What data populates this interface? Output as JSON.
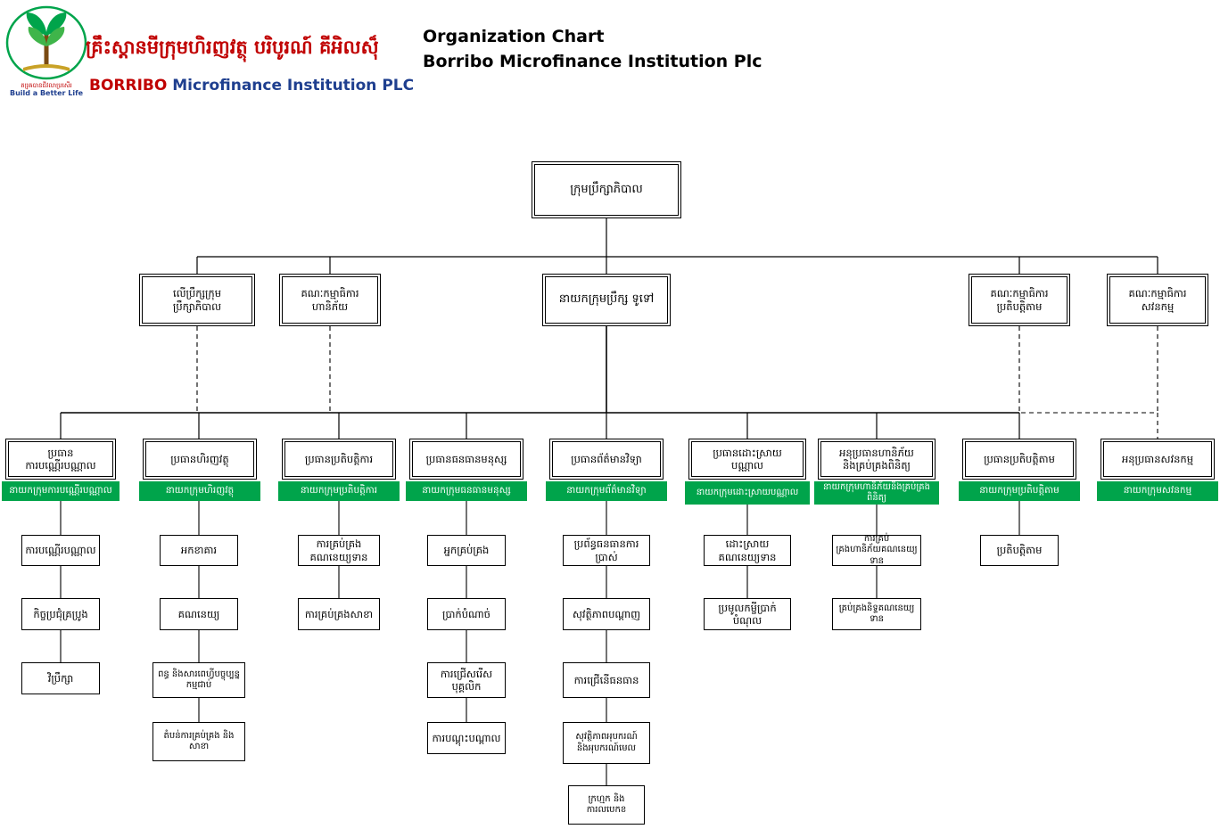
{
  "header": {
    "brand_kh": "គ្រឹះស្តានមីក្រុមហិរញវត្ថុ បរិបូរណ៍ គីអិលសុ៏",
    "brand_en_bold": "BORRIBO",
    "brand_en_rest": "Microfinance Institution PLC",
    "title_line1": "Organization Chart",
    "title_line2": "Borribo Microfinance Institution Plc",
    "logo_caption_kh": "ត្រូវបានជីវិតល្អប្រសើរ",
    "logo_caption_en": "Build a Better Life"
  },
  "nodes": {
    "board": "ក្រុមប្រឹក្សាភិបាល",
    "level2": [
      {
        "id": "secretariat",
        "lines": [
          "លើប្រឹក្សក្រុម",
          "ប្រឹក្សាភិបាល"
        ]
      },
      {
        "id": "risk-committee",
        "lines": [
          "គណៈកម្មាធិការ",
          "ហានិភ័យ"
        ]
      },
      {
        "id": "ceo",
        "lines": [
          "នាយកក្រុមប្រឹក្ស ទូទៅ"
        ]
      },
      {
        "id": "compliance-committee",
        "lines": [
          "គណៈកម្មាធិការ",
          "ប្រតិបត្តិតាម"
        ]
      },
      {
        "id": "audit-committee",
        "lines": [
          "គណៈកម្មាធិការ",
          "សវនកម្ម"
        ]
      }
    ],
    "departments": [
      {
        "id": "credit",
        "head": [
          "ប្រធាន",
          "ការបណ្ណើរបណ្ណាល"
        ],
        "deputy": "នាយកក្រុមការបណ្ណើរបណ្ណាល",
        "children": [
          "ការបណ្ណើរបណ្ណាល",
          "កិច្ចប្រជុំគ្រប្រូង",
          "វិប្រឹក្សា"
        ]
      },
      {
        "id": "finance",
        "head": [
          "ប្រធានហិរញវត្ថុ"
        ],
        "deputy": "នាយកក្រុមហិរញវត្ថុ",
        "children": [
          "អកខាគារ",
          "គណនេយ្យ",
          "ពន្ធ និងសារពេហ្វីបច្ចុប្បន្នកម្មជាប់",
          "តំបន់ការគ្រប់គ្រង និងសាខា"
        ]
      },
      {
        "id": "operations",
        "head": [
          "ប្រធានប្រតិបត្តិការ"
        ],
        "deputy": "នាយកក្រុមប្រតិបត្តិការ",
        "children": [
          "ការគ្រប់គ្រងគណនេយ្យទាន",
          "ការគ្រប់គ្រងសាខា"
        ]
      },
      {
        "id": "hr",
        "head": [
          "ប្រធានធនធានមនុស្ស"
        ],
        "deputy": "នាយកក្រុមធនធានមនុស្ស",
        "children": [
          "អ្នកគ្រប់គ្រង",
          "ប្រាក់បំណាច់",
          "ការជ្រើសរើសបុគ្គលិក",
          "ការបណ្តុះបណ្តាល"
        ]
      },
      {
        "id": "it",
        "head": [
          "ប្រធានព័ត៌មានវិទ្យា"
        ],
        "deputy": "នាយកក្រុមព័ត៌មានវិទ្យា",
        "children": [
          "ប្រព័ន្ធធនធានការប្រាស់",
          "សុវត្ថិភាពបណ្តាញ",
          "ការជ្រើនើធនធាន",
          "សុវត្ថិភាពអុបករណ៍និងអុបករណ៍មេល",
          "ក្រហ្មក និងការលបេកខ"
        ]
      },
      {
        "id": "treasury",
        "head": [
          "ប្រធានដោះស្រាយ",
          "បណ្ណាល"
        ],
        "deputy": "នាយកក្រុមដោះស្រាយបណ្ណាល",
        "children": [
          "ដោះស្រាយគណនេយ្យទាន",
          "ប្រមូលកម្ចីប្រាក់បំណុល"
        ]
      },
      {
        "id": "risk",
        "head": [
          "អនុប្រធានហានិភ័យ",
          "និងគ្រប់គ្រងពិនិត្យ"
        ],
        "deputy": "នាយកក្រុមហានិភ័យនិងគ្រប់គ្រងពិនិត្យ",
        "children": [
          "ការគ្រប់គ្រងហានិភ័យគណនេយ្យទាន",
          "គ្រប់គ្រងនិទ្ទគណនេយ្យទាន"
        ]
      },
      {
        "id": "compliance",
        "head": [
          "ប្រធានប្រតិបត្តិតាម"
        ],
        "deputy": "នាយកក្រុមប្រតិបត្តិតាម",
        "children": [
          "ប្រតិបត្តិតាម"
        ]
      },
      {
        "id": "internal-audit",
        "head": [
          "អនុប្រធានសវនកម្ម"
        ],
        "deputy": "នាយកក្រុមសវនកម្ម",
        "children": []
      }
    ]
  }
}
